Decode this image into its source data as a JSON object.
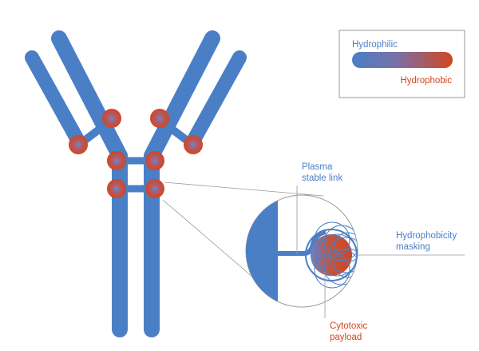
{
  "legend": {
    "hydrophilic_label": "Hydrophilic",
    "hydrophobic_label": "Hydrophobic"
  },
  "callouts": {
    "link_line1": "Plasma",
    "link_line2": "stable link",
    "masking_line1": "Hydrophobicity",
    "masking_line2": "masking",
    "payload_line1": "Cytotoxic",
    "payload_line2": "payload"
  },
  "colors": {
    "hydrophilic": "#4a7fc6",
    "hydrophobic": "#d2461f",
    "leader_line": "#9a9a9a",
    "legend_border": "#9a9a9a"
  },
  "icons": {
    "antibody": "antibody-y-shape",
    "conjugation_site": "red-sphere",
    "magnifier": "zoom-circle"
  }
}
